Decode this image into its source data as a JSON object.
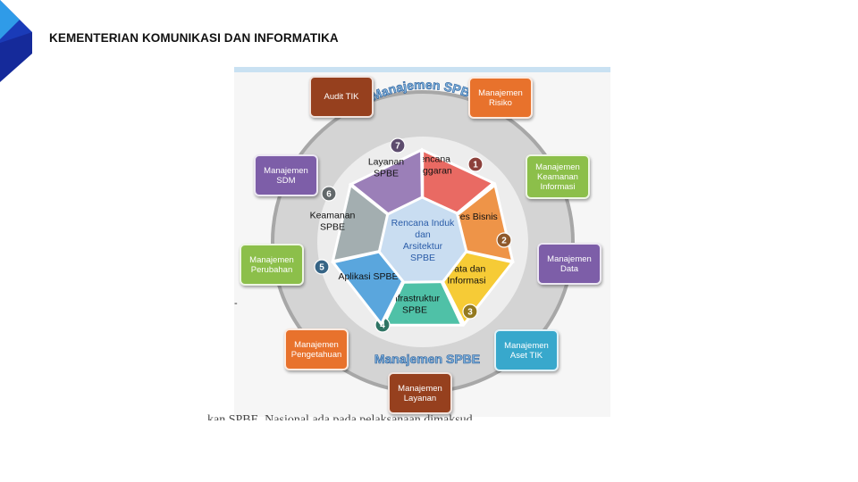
{
  "header": {
    "title": "KEMENTERIAN KOMUNIKASI DAN INFORMATIKA"
  },
  "stray_mark": "-",
  "diagram": {
    "ring_label_top": "Manajemen SPBE",
    "ring_label_bottom": "Manajemen SPBE",
    "center": [
      "Rencana Induk",
      "dan",
      "Arsitektur",
      "SPBE"
    ],
    "segments": [
      {
        "num": "1",
        "lines": [
          "Rencana",
          "Anggaran"
        ],
        "color": "#e96a63"
      },
      {
        "num": "2",
        "lines": [
          "Proses Bisnis"
        ],
        "color": "#ee9448"
      },
      {
        "num": "3",
        "lines": [
          "Data dan",
          "Informasi"
        ],
        "color": "#f6cb36"
      },
      {
        "num": "4",
        "lines": [
          "Infrastruktur",
          "SPBE"
        ],
        "color": "#4fc1a7"
      },
      {
        "num": "5",
        "lines": [
          "Aplikasi SPBE"
        ],
        "color": "#5aa6dd"
      },
      {
        "num": "6",
        "lines": [
          "Keamanan",
          "SPBE"
        ],
        "color": "#a3aeb0"
      },
      {
        "num": "7",
        "lines": [
          "Layanan",
          "SPBE"
        ],
        "color": "#9b7fb8"
      }
    ],
    "boxes": [
      {
        "lines": [
          "Audit TIK"
        ],
        "color": "#96401e"
      },
      {
        "lines": [
          "Manajemen",
          "Risiko"
        ],
        "color": "#e8722c"
      },
      {
        "lines": [
          "Manajemen",
          "Keamanan",
          "Informasi"
        ],
        "color": "#8cbf4a"
      },
      {
        "lines": [
          "Manajemen",
          "Data"
        ],
        "color": "#7d5ea8"
      },
      {
        "lines": [
          "Manajemen",
          "Aset TIK"
        ],
        "color": "#38a8cc"
      },
      {
        "lines": [
          "Manajemen",
          "Layanan"
        ],
        "color": "#96401e"
      },
      {
        "lines": [
          "Manajemen",
          "Pengetahuan"
        ],
        "color": "#e8722c"
      },
      {
        "lines": [
          "Manajemen",
          "Perubahan"
        ],
        "color": "#8cbf4a"
      },
      {
        "lines": [
          "Manajemen",
          "SDM"
        ],
        "color": "#7d5ea8"
      }
    ]
  },
  "bottom_text": "kan SPBE. Nasional ada pada pelaksanaan dimaksud"
}
